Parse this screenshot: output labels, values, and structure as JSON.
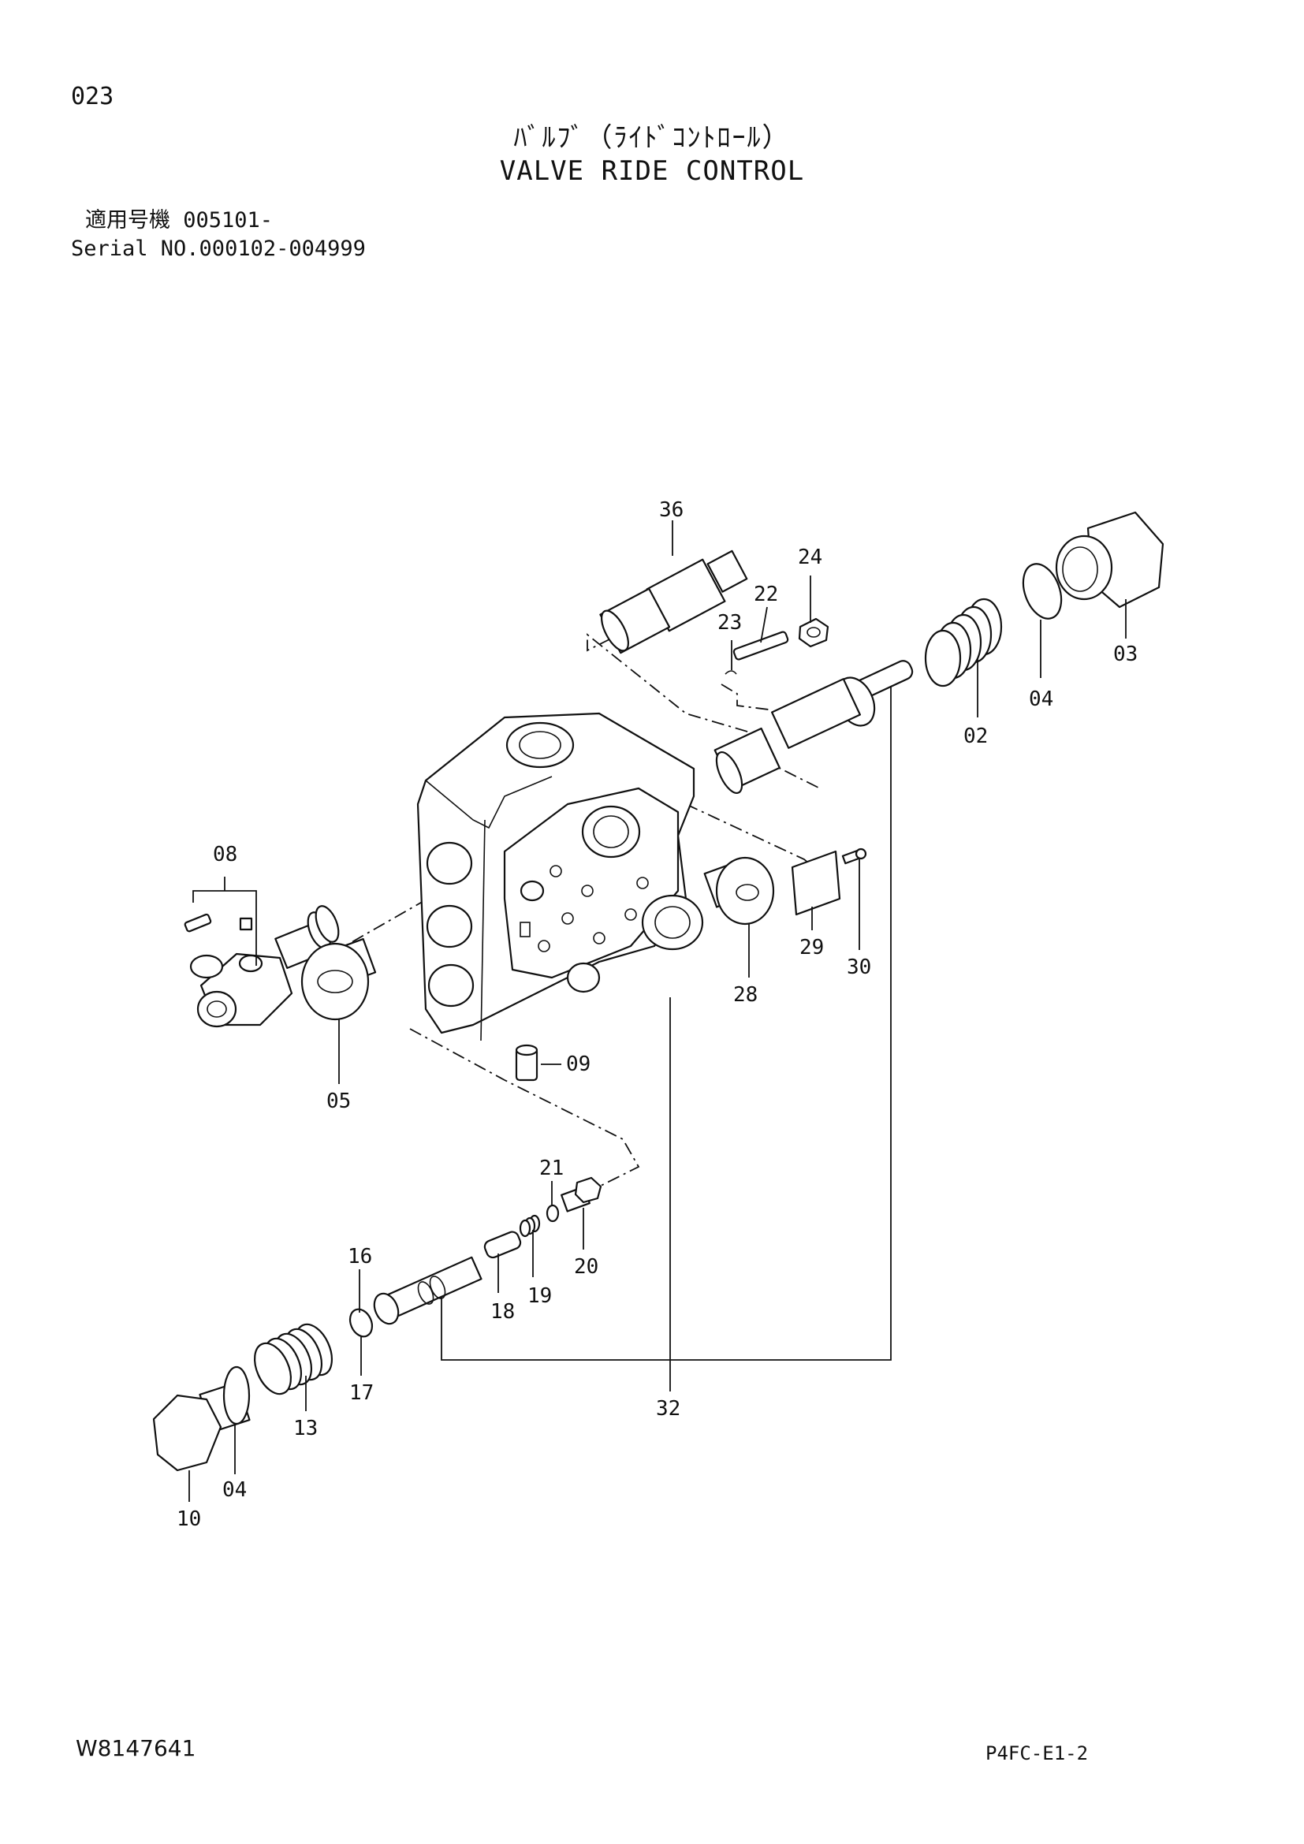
{
  "header": {
    "page_number": "023",
    "title_jp": "ﾊﾞﾙﾌﾞ（ﾗｲﾄﾞｺﾝﾄﾛｰﾙ）",
    "title_en": "VALVE RIDE CONTROL",
    "applicable_jp": "適用号機 005101-",
    "serial_en": "Serial NO.000102-004999"
  },
  "footer": {
    "document_code": "W8147641",
    "sheet_code": "P4FC-E1-2"
  },
  "parts": {
    "p02": "02",
    "p03": "03",
    "p04a": "04",
    "p04b": "04",
    "p05": "05",
    "p08": "08",
    "p09": "09",
    "p10": "10",
    "p13": "13",
    "p16": "16",
    "p17": "17",
    "p18": "18",
    "p19": "19",
    "p20": "20",
    "p21": "21",
    "p22": "22",
    "p23": "23",
    "p24": "24",
    "p28": "28",
    "p29": "29",
    "p30": "30",
    "p32": "32",
    "p36": "36"
  }
}
